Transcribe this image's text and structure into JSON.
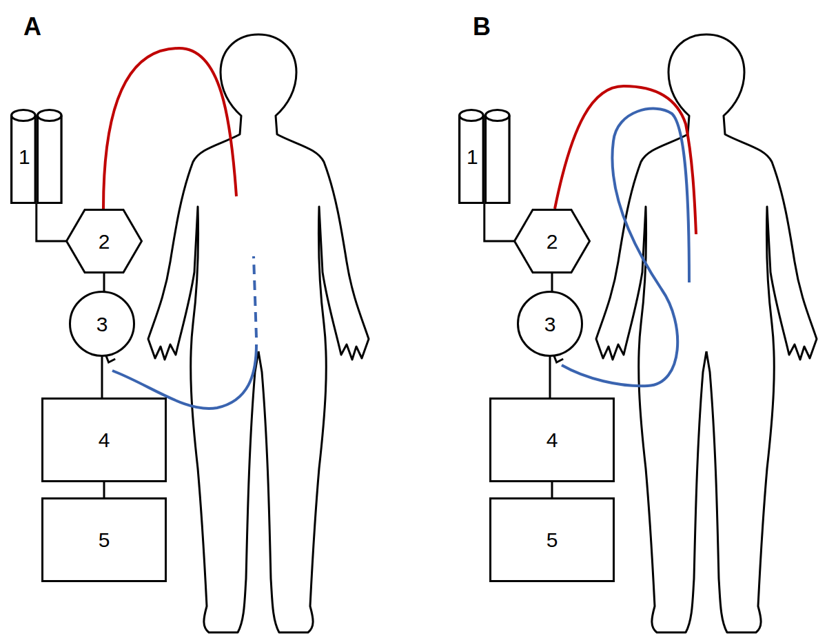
{
  "diagram": {
    "nodes": [
      {
        "text": [
          "1"
        ]
      },
      {
        "text": [
          "2"
        ]
      },
      {
        "text": [
          "3"
        ]
      },
      {
        "text": [
          "4"
        ]
      },
      {
        "text": [
          "5"
        ]
      },
      {
        "text": [
          "1"
        ]
      },
      {
        "text": [
          "2"
        ]
      },
      {
        "text": [
          "3"
        ]
      },
      {
        "text": [
          "4"
        ]
      },
      {
        "text": [
          "5"
        ]
      }
    ],
    "edges": [
      {
        "from": 0,
        "to": 1,
        "arrow": "none"
      },
      {
        "from": 1,
        "to": 2,
        "arrow": "none"
      },
      {
        "from": 2,
        "to": 3,
        "arrow": "none"
      },
      {
        "from": 3,
        "to": 4,
        "arrow": "none"
      },
      {
        "from": 5,
        "to": 6,
        "arrow": "none"
      },
      {
        "from": 6,
        "to": 7,
        "arrow": "none"
      },
      {
        "from": 7,
        "to": 8,
        "arrow": "none"
      },
      {
        "from": 8,
        "to": 9,
        "arrow": "none"
      }
    ],
    "labels": [
      "A",
      "B"
    ]
  }
}
